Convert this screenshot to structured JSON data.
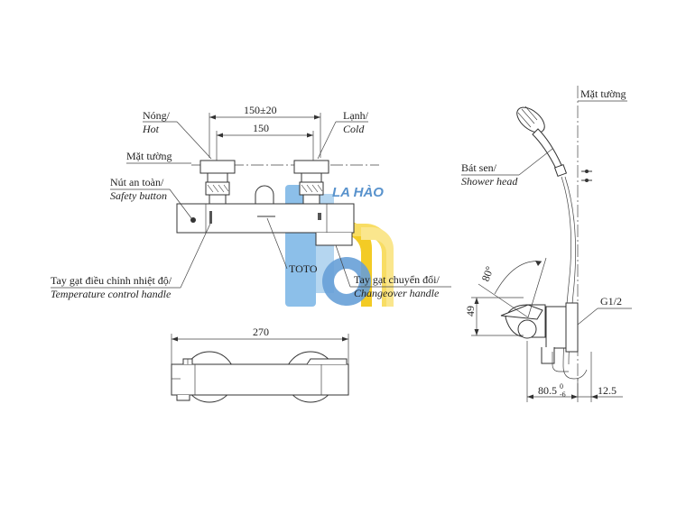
{
  "labels": {
    "hot_vi": "Nóng/",
    "hot_en": "Hot",
    "cold_vi": "Lạnh/",
    "cold_en": "Cold",
    "wall_left": "Mặt tường",
    "wall_right": "Mặt tường",
    "safety_vi": "Nút an toàn/",
    "safety_en": "Safety button",
    "temp_vi": "Tay gạt điều chỉnh nhiệt độ/",
    "temp_en": "Temperature control handle",
    "brand": "TOTO",
    "changeover_vi": "Tay gạt chuyển đổi/",
    "changeover_en": "Changeover handle",
    "shower_vi": "Bát sen/",
    "shower_en": "Shower head",
    "thread": "G1/2"
  },
  "dimensions": {
    "spacing_tol": "150±20",
    "spacing": "150",
    "length": "270",
    "angle": "80°",
    "height": "49",
    "depth_main": "80.5",
    "depth_sup": "0",
    "depth_sub": "-6",
    "wall_offset": "12.5"
  },
  "watermark": {
    "text": "LA HÀO",
    "colors": [
      "#3b7fc4",
      "#f2c200",
      "#79b4e6"
    ]
  }
}
